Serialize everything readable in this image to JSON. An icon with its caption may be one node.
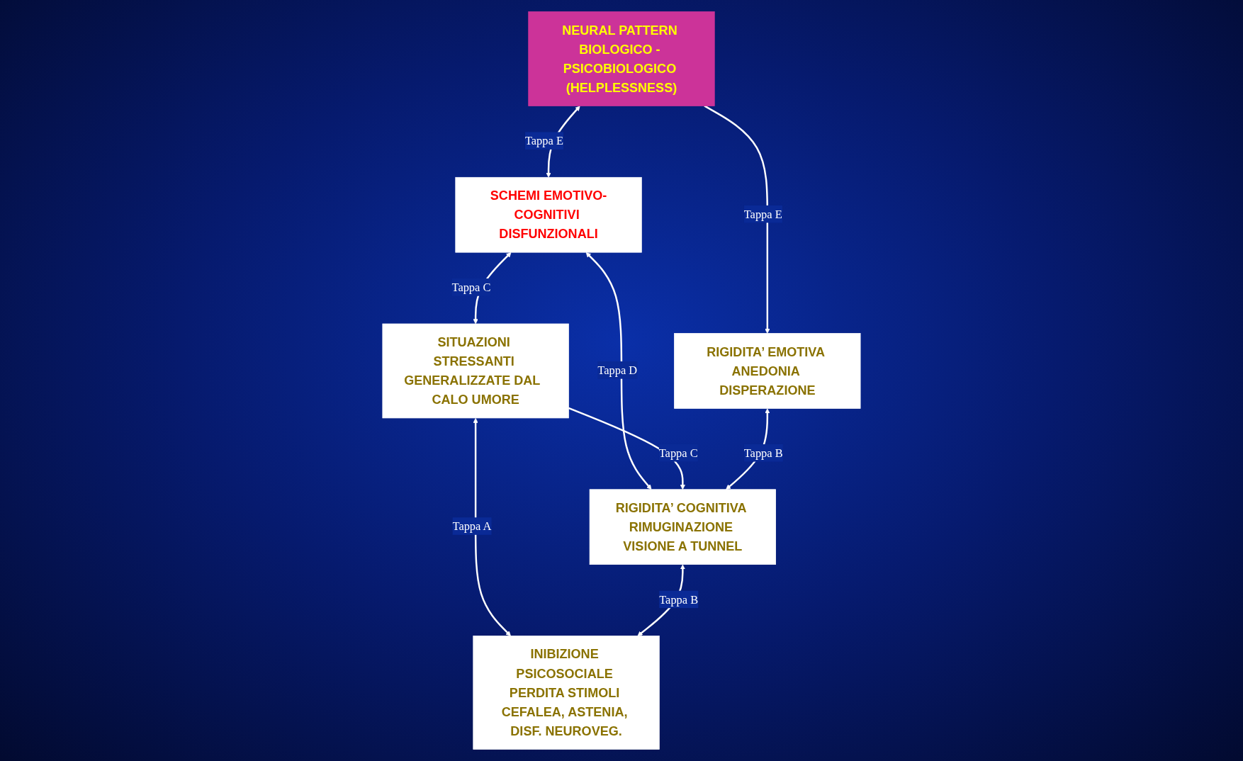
{
  "diagram": {
    "nodes": [
      {
        "text": [
          "SCHEMI EMOTIVO-COGNITIVI DISFUNZIONALI"
        ]
      },
      {
        "text": [
          "NEURAL PATTERN BIOLOGICO - PSICOBIOLOGICO (HELPLESSNESS)"
        ]
      },
      {
        "text": [
          "SITUAZIONI STRESSANTI GENERALIZZATE DAL  CALO UMORE"
        ]
      },
      {
        "text": [
          "RIGIDITA’ EMOTIVA ANEDONIA DISPERAZIONE"
        ]
      },
      {
        "text": [
          "RIGIDITA’ COGNITIVA RIMUGINAZIONE VISIONE A TUNNEL"
        ]
      },
      {
        "text": [
          "INIBIZIONE PSICOSOCIALE PERDITA STIMOLI CEFALEA, ASTENIA, DISF. NEUROVEG."
        ]
      }
    ],
    "edges": [
      {
        "from": 1,
        "to": 0,
        "arrow": "both",
        "label": "Tappa E"
      },
      {
        "from": 0,
        "to": 2,
        "arrow": "both",
        "label": "Tappa C"
      },
      {
        "from": 0,
        "to": 4,
        "arrow": "both",
        "label": "Tappa D"
      },
      {
        "from": 2,
        "to": 4,
        "arrow": "to",
        "label": "Tappa C"
      },
      {
        "from": 2,
        "to": 5,
        "arrow": "both",
        "label": "Tappa A"
      },
      {
        "from": 1,
        "to": 3,
        "arrow": "to",
        "label": "Tappa E"
      },
      {
        "from": 3,
        "to": 4,
        "arrow": "both",
        "label": "Tappa B"
      },
      {
        "from": 4,
        "to": 5,
        "arrow": "both",
        "label": "Tappa B"
      }
    ]
  }
}
